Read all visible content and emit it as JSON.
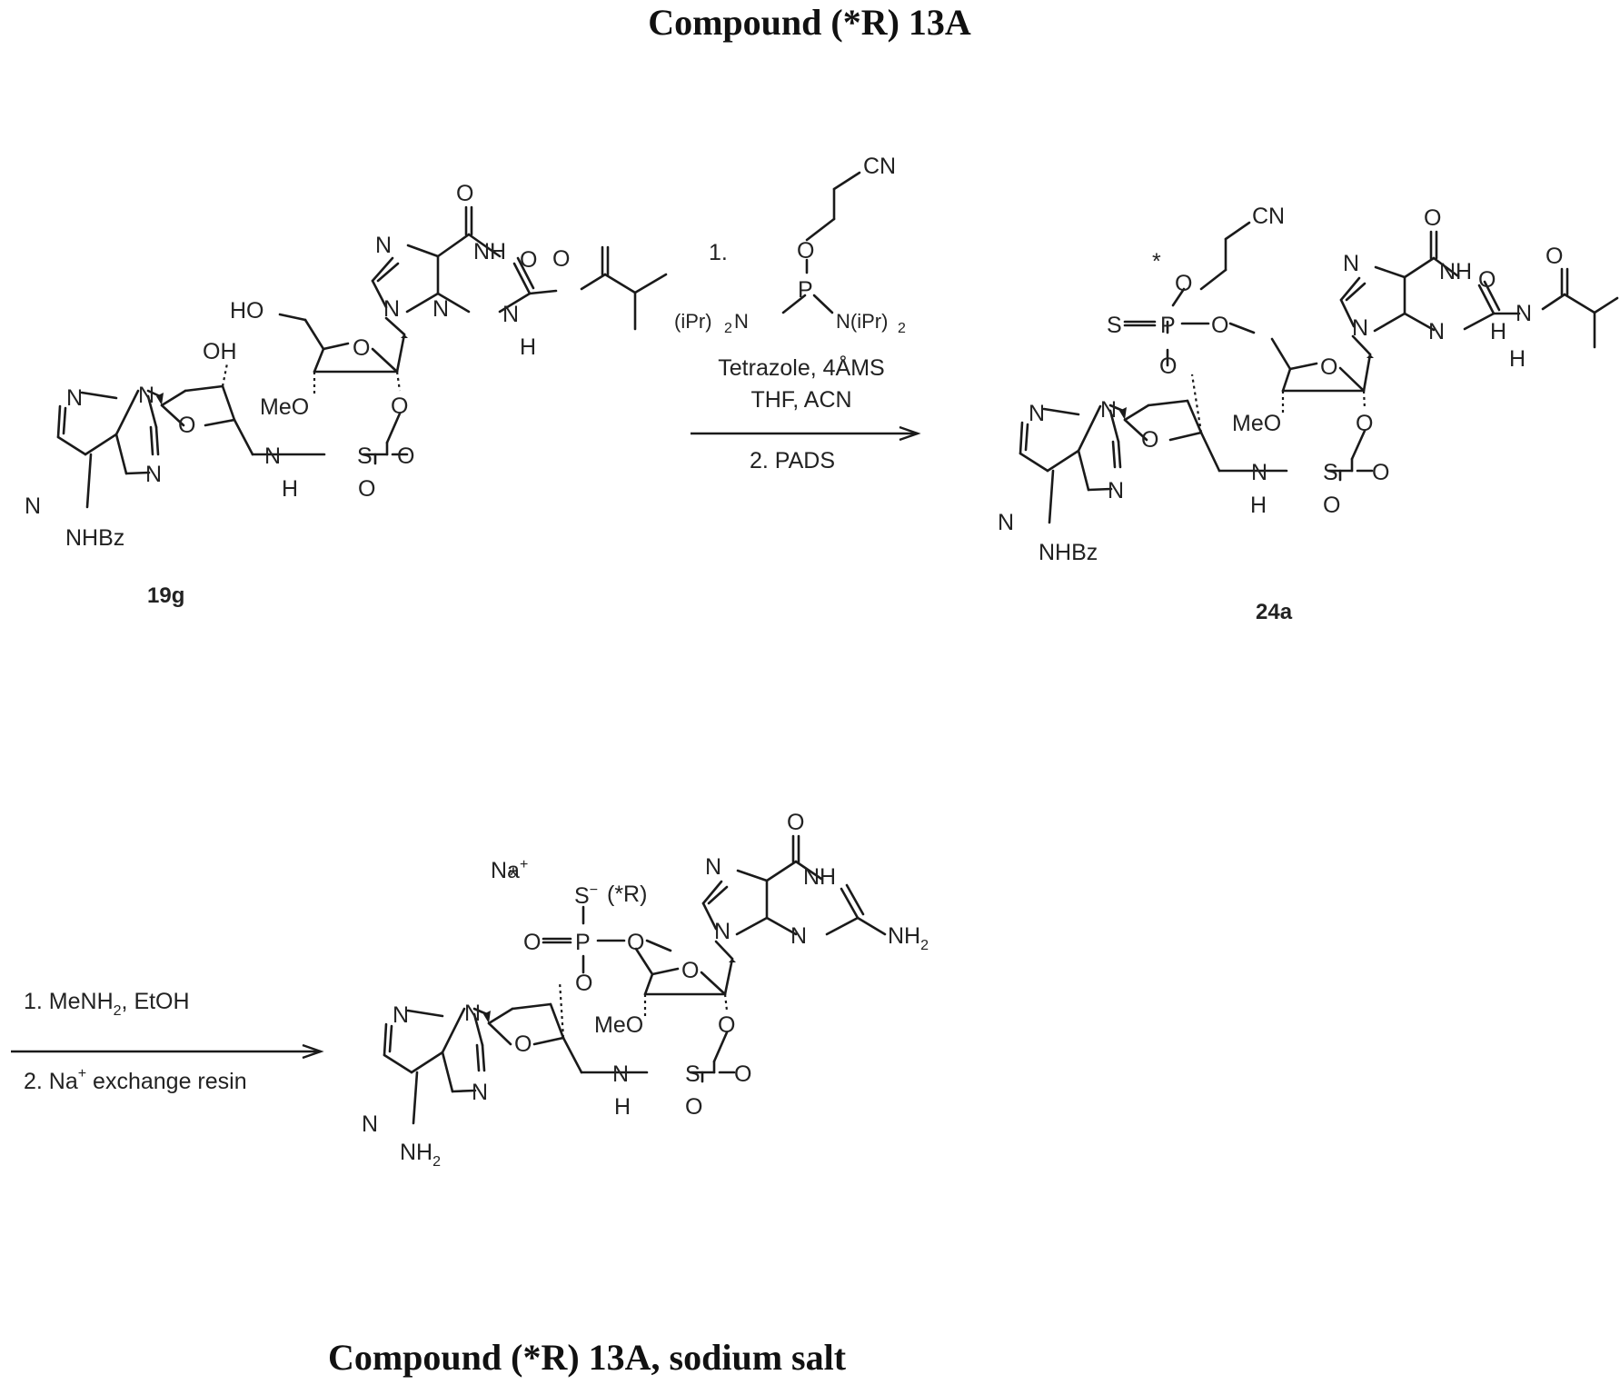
{
  "title_top": "Compound (*R) 13A",
  "title_bottom": "Compound (*R) 13A, sodium salt",
  "compounds": {
    "c19g": {
      "label": "19g"
    },
    "c24a": {
      "label": "24a"
    }
  },
  "step1": {
    "num1": "1.",
    "line_tetrazole": "Tetrazole, 4ÅMS",
    "line_solvent": "THF, ACN",
    "line_pads": "2. PADS"
  },
  "step2": {
    "line1_a": "1. MeNH",
    "line1_b": "2",
    "line1_c": ", EtOH",
    "line2_a": "2. Na",
    "line2_b": "+",
    "line2_c": " exchange resin"
  },
  "atoms": {
    "O": "O",
    "N": "N",
    "NH": "NH",
    "H": "H",
    "HO": "HO",
    "OH": "OH",
    "MeO": "MeO",
    "S": "S",
    "P": "P",
    "CN": "CN",
    "NHBz": "NHBz",
    "iPr2N_left": "(iPr)",
    "iPr2N_left2": "2",
    "iPr2N_leftN": "N",
    "iPr2N_right": "N(iPr)",
    "iPr2N_right2": "2",
    "star": "*",
    "Na": "Na",
    "plus": "+",
    "Sminus": "S",
    "minus": "−",
    "R_label": "(*R)",
    "NH2": "NH",
    "two": "2"
  }
}
